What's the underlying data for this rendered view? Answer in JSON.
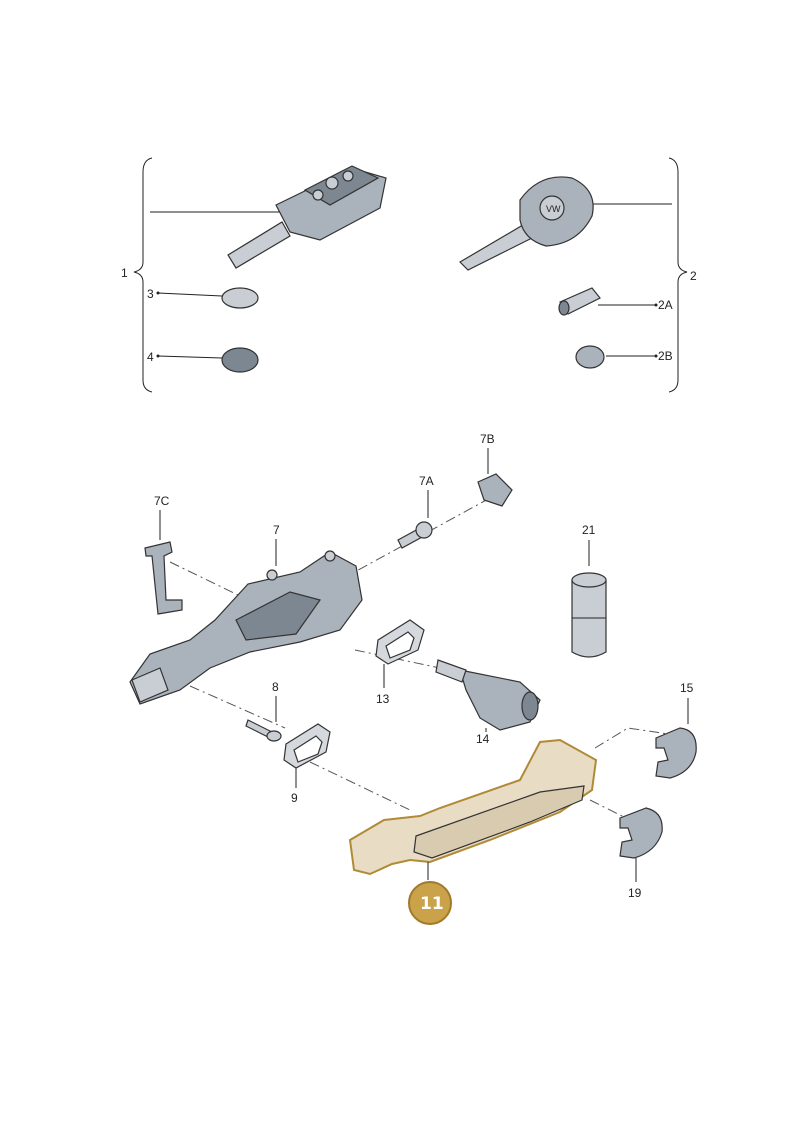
{
  "callouts": {
    "c1": "1",
    "c2": "2",
    "c3": "3",
    "c4": "4",
    "c2a": "2A",
    "c2b": "2B",
    "c7b": "7B",
    "c7a": "7A",
    "c7c": "7C",
    "c7": "7",
    "c21": "21",
    "c8": "8",
    "c13": "13",
    "c14": "14",
    "c15": "15",
    "c9": "9",
    "c19": "19",
    "c11": "11"
  },
  "colors": {
    "highlight_fill": "#c9a24a",
    "highlight_stroke": "#a07a28",
    "line": "#222222"
  }
}
